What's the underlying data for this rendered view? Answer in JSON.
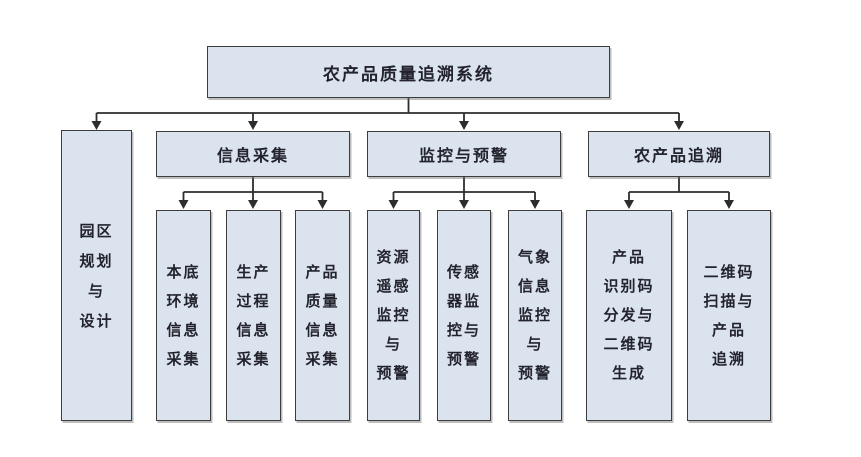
{
  "diagram_title": "农产品质量追溯系统",
  "tree": {
    "root": {
      "label": "农产品质量追溯系统"
    },
    "branches": [
      {
        "label": "园区规划与设计",
        "lines": "园区\n规划\n与\n设计",
        "children": []
      },
      {
        "label": "信息采集",
        "children": [
          {
            "label": "本底环境信息采集",
            "lines": "本底\n环境\n信息\n采集"
          },
          {
            "label": "生产过程信息采集",
            "lines": "生产\n过程\n信息\n采集"
          },
          {
            "label": "产品质量信息采集",
            "lines": "产品\n质量\n信息\n采集"
          }
        ]
      },
      {
        "label": "监控与预警",
        "children": [
          {
            "label": "资源遥感监控与预警",
            "lines": "资源\n遥感\n监控\n与\n预警"
          },
          {
            "label": "传感器监控与预警",
            "lines": "传感\n器监\n控与\n预警"
          },
          {
            "label": "气象信息监控与预警",
            "lines": "气象\n信息\n监控\n与\n预警"
          }
        ]
      },
      {
        "label": "农产品追溯",
        "children": [
          {
            "label": "产品识别码分发与二维码生成",
            "lines": "产品\n识别码\n分发与\n二维码\n生成"
          },
          {
            "label": "二维码扫描与产品追溯",
            "lines": "二维码\n扫描与\n产品\n追溯"
          }
        ]
      }
    ]
  },
  "colors": {
    "box_fill": "#dae3ee",
    "box_border": "#3d3d3d",
    "connector_line": "#2d2d2d",
    "text": "#23232d",
    "background": "#ffffff"
  }
}
